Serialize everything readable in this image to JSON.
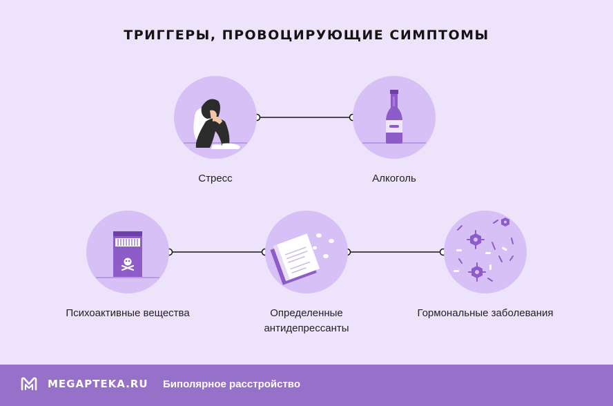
{
  "title": "ТРИГГЕРЫ, ПРОВОЦИРУЮЩИЕ СИМПТОМЫ",
  "triggers": [
    {
      "label": "Стресс",
      "icon": "stressed-person-icon"
    },
    {
      "label": "Алкоголь",
      "icon": "bottle-icon"
    },
    {
      "label": "Психоактивные вещества",
      "icon": "toxic-box-icon"
    },
    {
      "label": "Определенные антидепрессанты",
      "icon": "pills-box-icon"
    },
    {
      "label": "Гормональные заболевания",
      "icon": "virus-icon"
    }
  ],
  "footer": {
    "brand": "MEGAPTEKA.RU",
    "topic": "Биполярное расстройство"
  },
  "colors": {
    "background": "#ede3fb",
    "circle": "#d6c0f5",
    "accent": "#8d5cc9",
    "footer": "#9670c9"
  }
}
